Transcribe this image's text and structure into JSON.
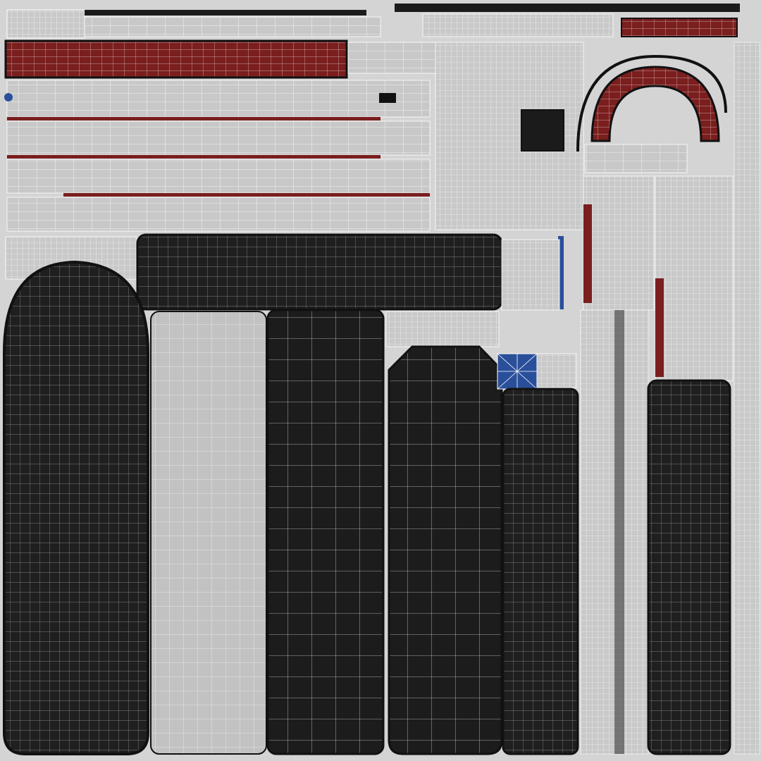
{
  "texture": {
    "background": "#d4d4d4",
    "wireframe": "#ffffff",
    "dark_fill": "#1f1f1f",
    "light_fill": "#bdbdbd",
    "panel_fill": "#c6c6c6",
    "red_fill": "#7a1e1e",
    "blue_fill": "#2a4f9a",
    "outline": "#111111"
  },
  "islands": [
    {
      "name": "hull-side-panel-left",
      "tone": "dark"
    },
    {
      "name": "roof-panel-light",
      "tone": "light"
    },
    {
      "name": "floor-panel-dark",
      "tone": "dark"
    },
    {
      "name": "tapered-panel-dark",
      "tone": "dark"
    },
    {
      "name": "narrow-panel-dark",
      "tone": "dark"
    },
    {
      "name": "right-panel-dark",
      "tone": "dark"
    },
    {
      "name": "top-wide-panel-dark",
      "tone": "dark"
    },
    {
      "name": "red-stripe-top",
      "tone": "red"
    },
    {
      "name": "red-stripe-1",
      "tone": "red"
    },
    {
      "name": "red-stripe-2",
      "tone": "red"
    },
    {
      "name": "red-stripe-3",
      "tone": "red"
    },
    {
      "name": "red-arch",
      "tone": "red"
    },
    {
      "name": "red-corner-piece",
      "tone": "red"
    },
    {
      "name": "blue-square-piece",
      "tone": "blue"
    }
  ]
}
